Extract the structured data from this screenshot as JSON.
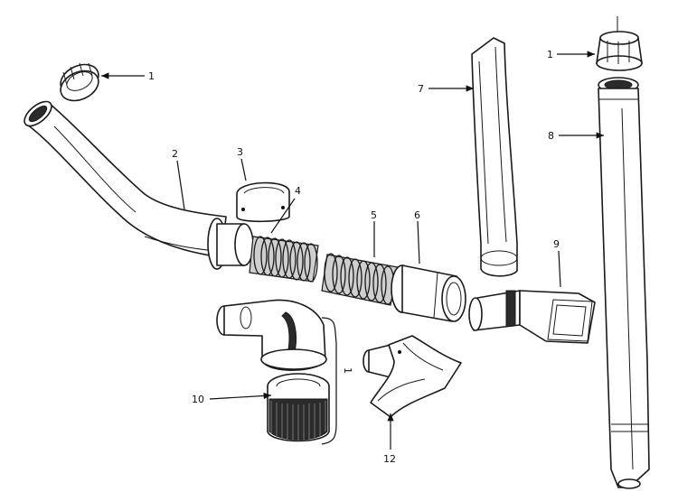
{
  "callouts": {
    "c1_top_left": "1",
    "c2": "2",
    "c3": "3",
    "c4": "4",
    "c5": "5",
    "c6": "6",
    "c7": "7",
    "c8": "8",
    "c9": "9",
    "c10": "10",
    "c1_top_right": "1",
    "c1_bracket": "1",
    "c12": "12"
  }
}
